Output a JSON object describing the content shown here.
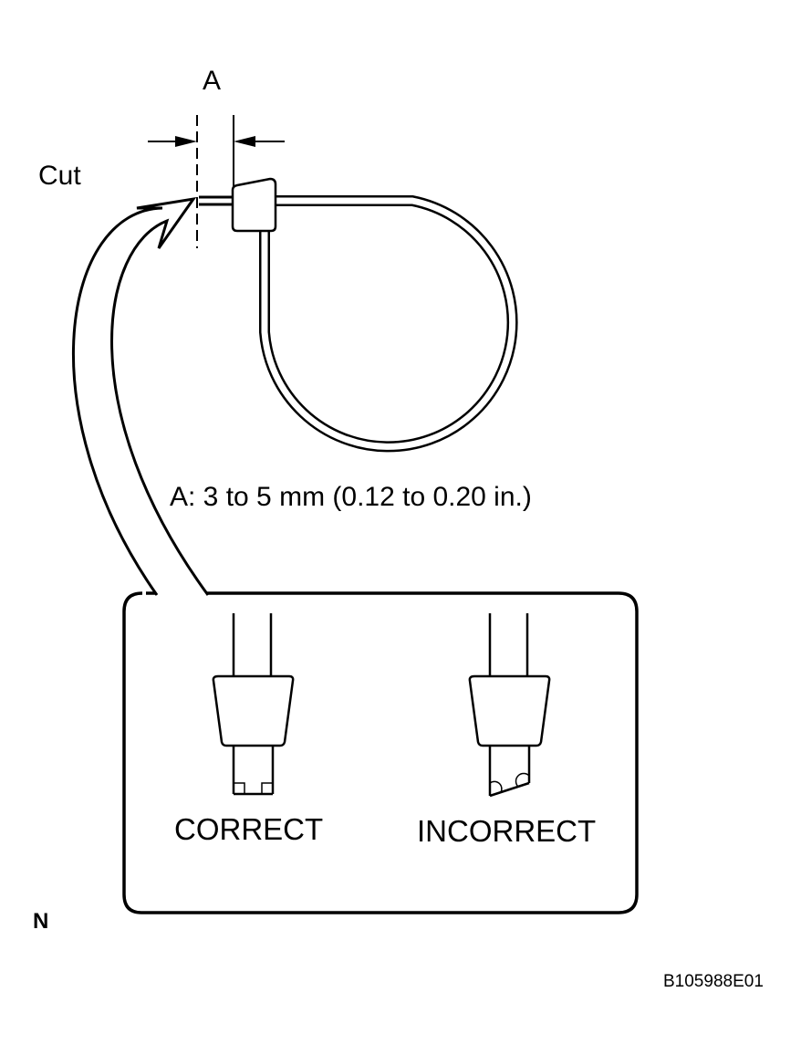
{
  "labels": {
    "dimension_letter": "A",
    "cut": "Cut",
    "dimension_spec": "A: 3 to 5 mm (0.12 to 0.20 in.)",
    "correct": "CORRECT",
    "incorrect": "INCORRECT",
    "corner_mark": "N",
    "figure_id": "B105988E01"
  }
}
